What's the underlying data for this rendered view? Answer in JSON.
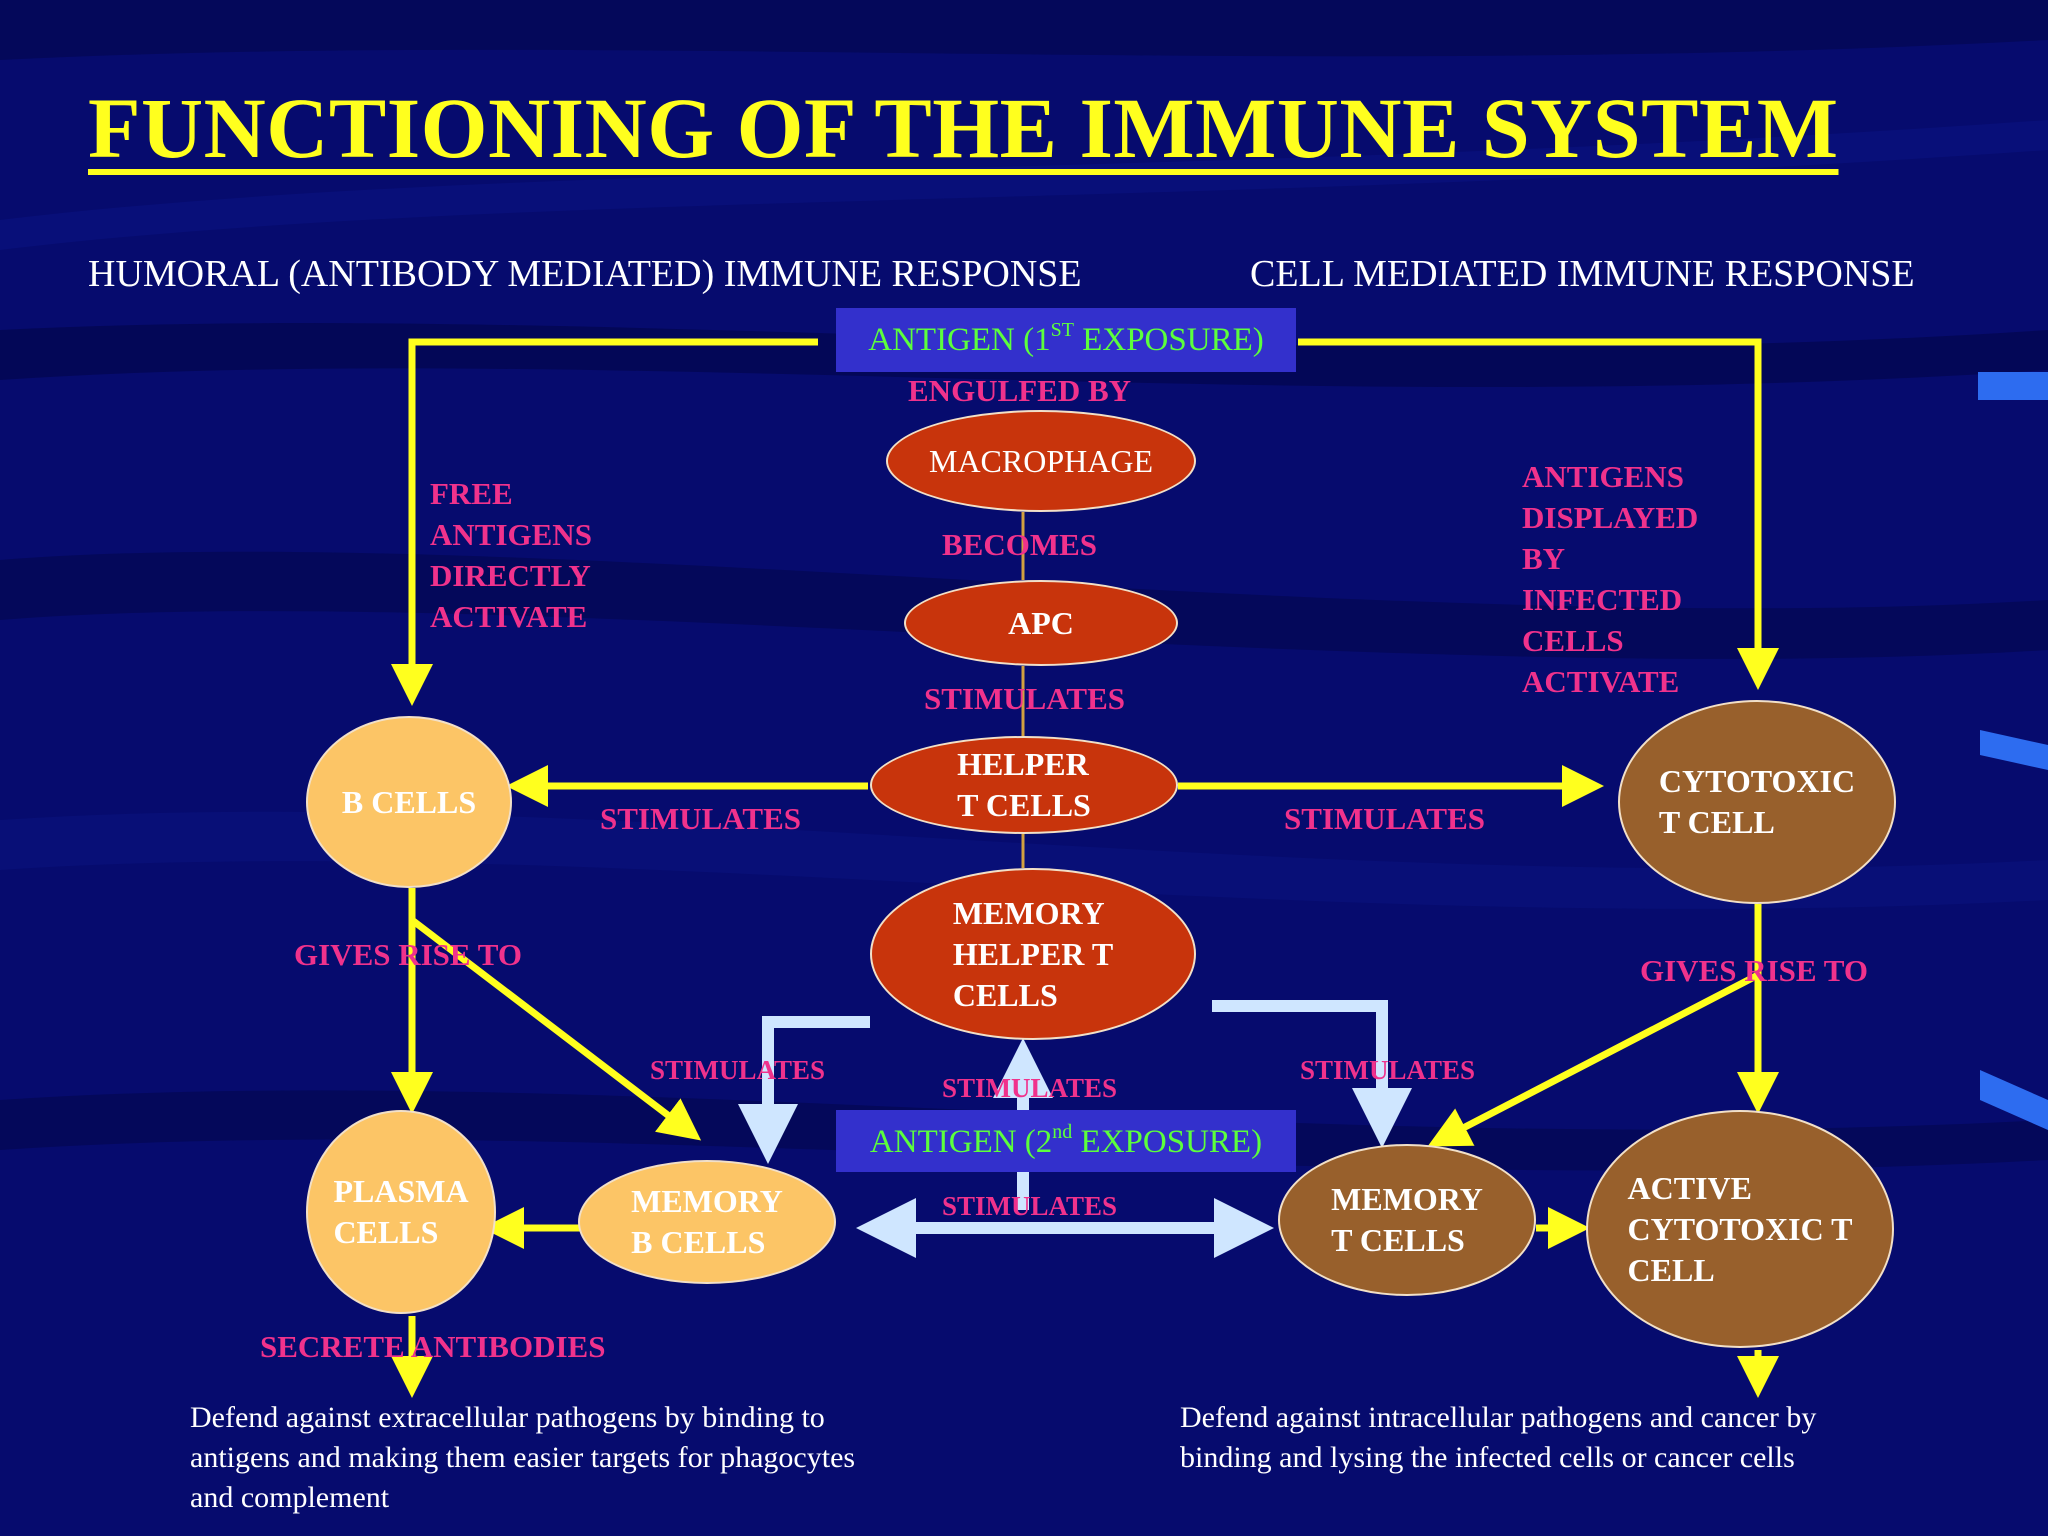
{
  "title": "FUNCTIONING OF THE IMMUNE SYSTEM",
  "subtitles": {
    "humoral": "HUMORAL (ANTIBODY MEDIATED) IMMUNE RESPONSE",
    "cell_mediated": "CELL MEDIATED IMMUNE RESPONSE"
  },
  "antigen_first": {
    "text": "ANTIGEN (1",
    "sup": "ST",
    "rest": " EXPOSURE)"
  },
  "antigen_second": {
    "text": "ANTIGEN (2",
    "sup": "nd",
    "rest": " EXPOSURE)"
  },
  "nodes": {
    "macrophage": "MACROPHAGE",
    "apc": "APC",
    "helper_t": "HELPER\nT CELLS",
    "memory_helper_t": "MEMORY\nHELPER T\nCELLS",
    "b_cells": "B CELLS",
    "cytotoxic_t": "CYTOTOXIC\nT  CELL",
    "plasma": "PLASMA\nCELLS",
    "memory_b": "MEMORY\nB CELLS",
    "memory_t": "MEMORY\nT CELLS",
    "active_cytotoxic": "ACTIVE\nCYTOTOXIC T\nCELL"
  },
  "labels": {
    "engulfed_by": "ENGULFED BY",
    "becomes": "BECOMES",
    "stimulates_apc": "STIMULATES",
    "stimulates_left": "STIMULATES",
    "stimulates_right": "STIMULATES",
    "free_antigens": "FREE\nANTIGENS\nDIRECTLY\nACTIVATE",
    "antigens_displayed": "ANTIGENS\nDISPLAYED\nBY\nINFECTED\nCELLS\nACTIVATE",
    "gives_rise_left": "GIVES RISE TO",
    "gives_rise_right": "GIVES RISE TO",
    "stimulates_mem_left": "STIMULATES",
    "stimulates_mem_center": "STIMULATES",
    "stimulates_mem_right": "STIMULATES",
    "stimulates_bottom": "STIMULATES",
    "secrete_antibodies": "SECRETE ANTIBODIES"
  },
  "descriptions": {
    "humoral": "Defend against extracellular pathogens by binding to\nantigens and making them easier targets for phagocytes\nand complement",
    "cell_mediated": "Defend against intracellular pathogens and cancer by\nbinding and lysing the infected cells or cancer cells"
  },
  "colors": {
    "background": "#060b6e",
    "title": "#ffff1e",
    "label": "#f0328c",
    "arrow": "#ffff1e",
    "memory_arrow": "#cfe6ff",
    "box": "#3330cc",
    "box_text": "#5cff3c",
    "red_node": "#c8340c",
    "peach_node": "#fcc566",
    "brown_node": "#98602c"
  }
}
